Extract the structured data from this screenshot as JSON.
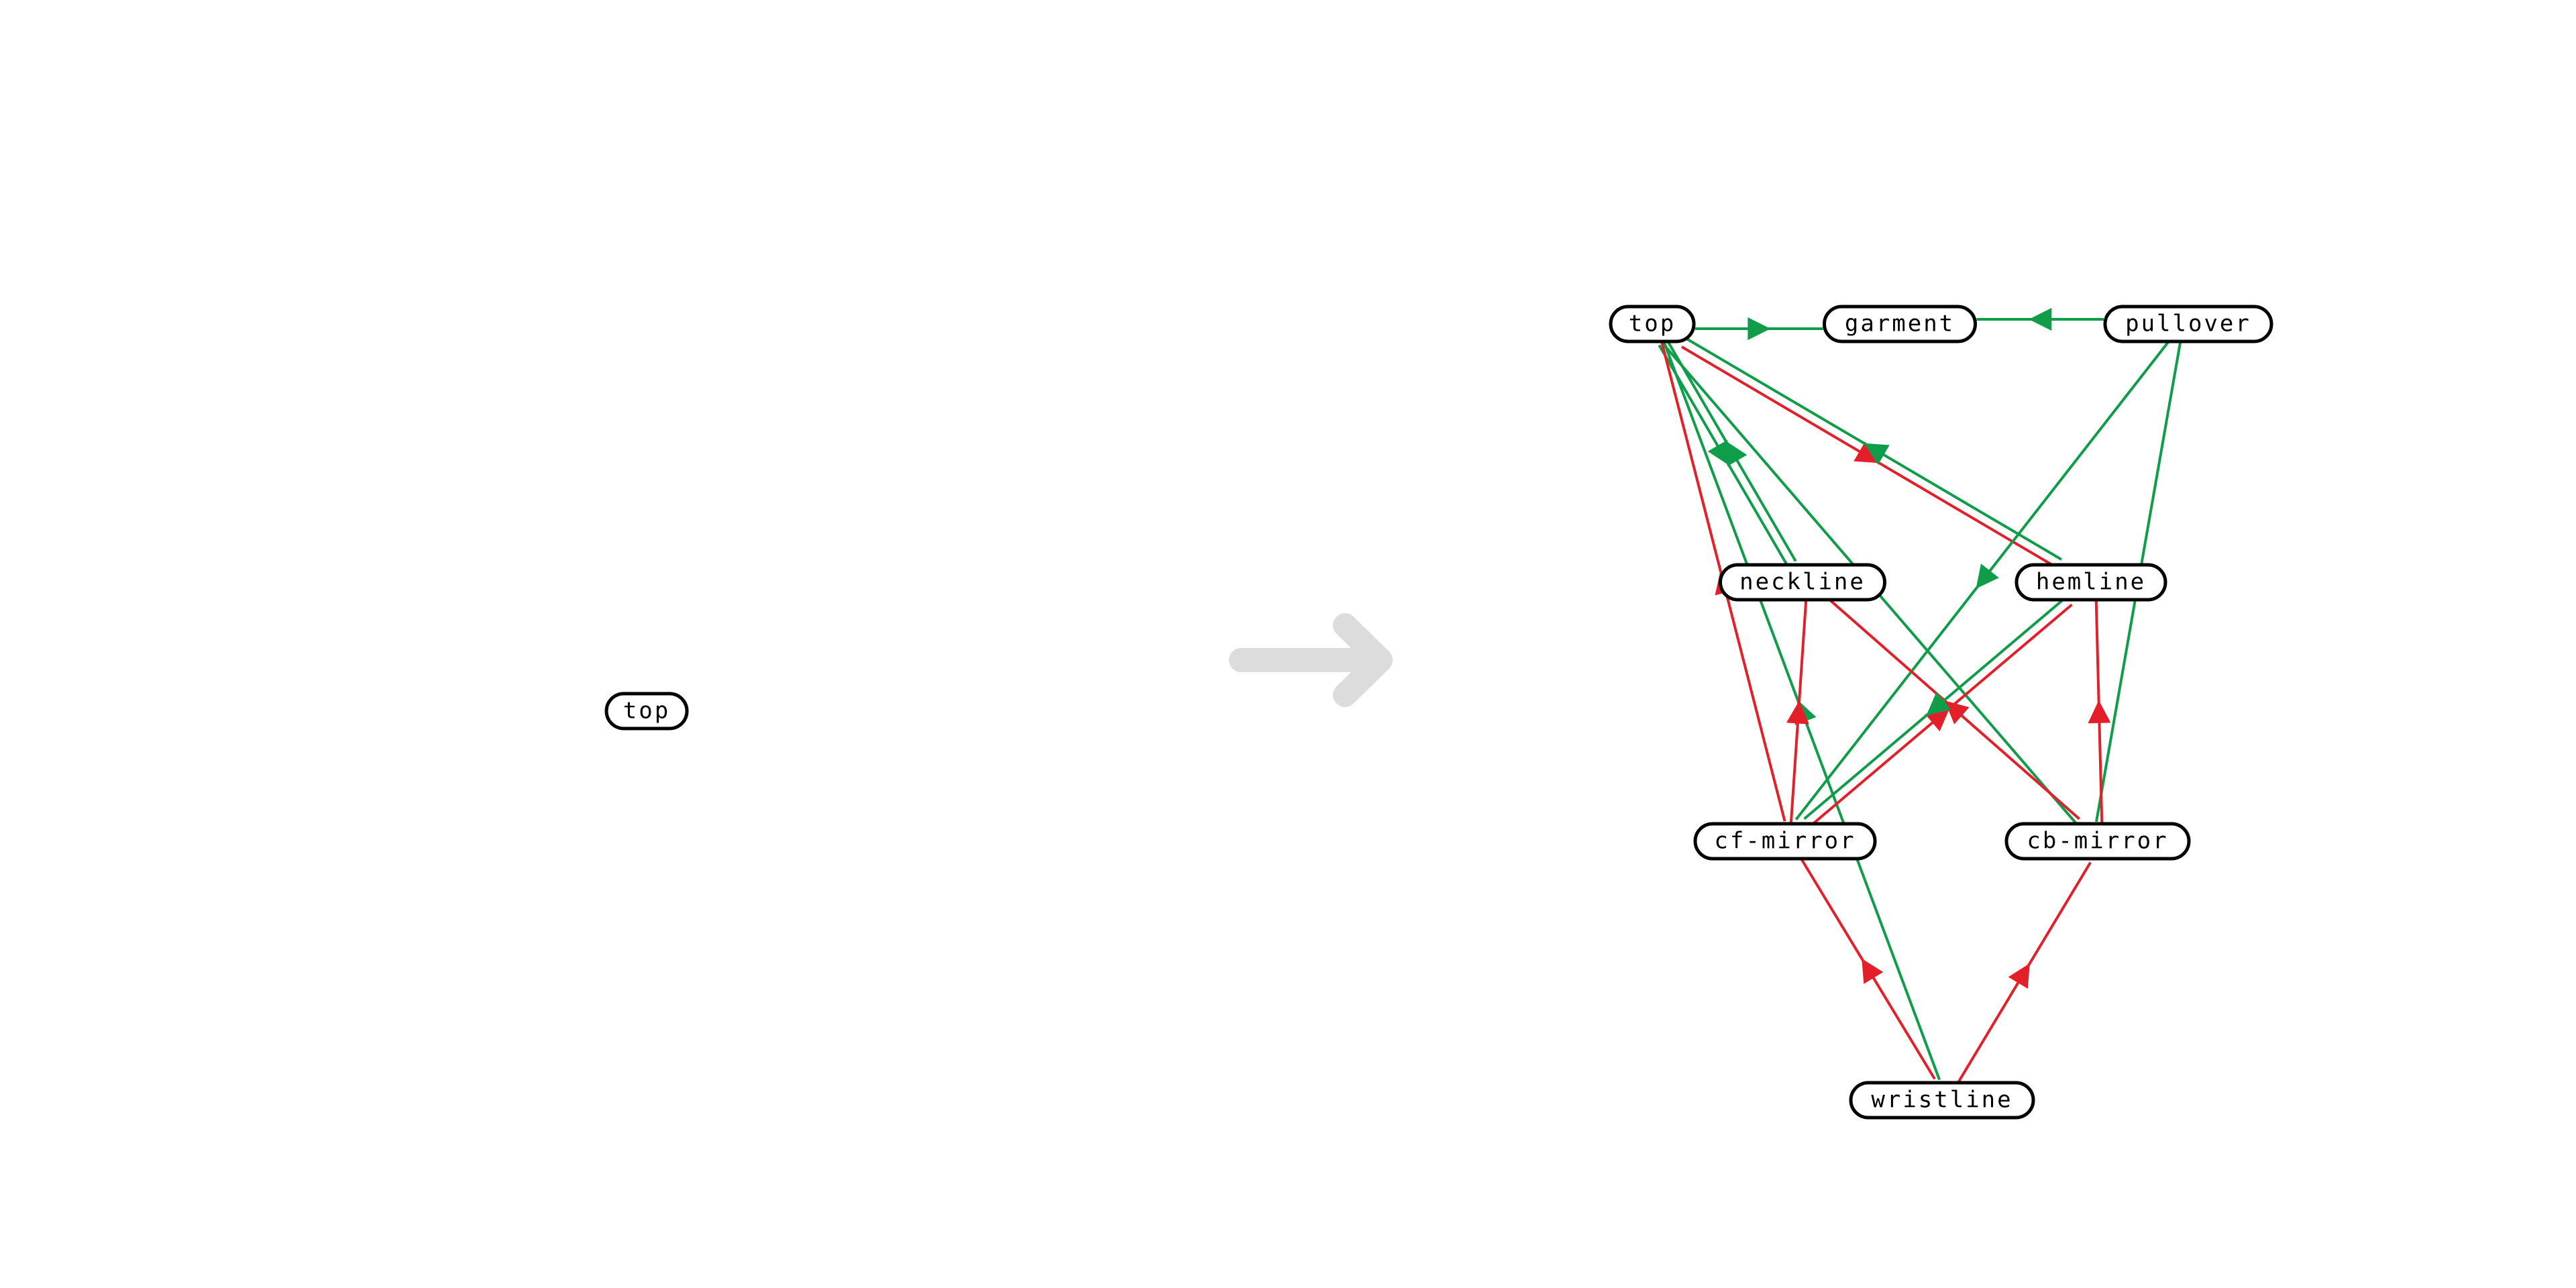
{
  "colors": {
    "background": "#ffffff",
    "node_stroke": "#000000",
    "positive_edge": "#0f9d4a",
    "negative_edge": "#e3202a",
    "arrow_icon": "#dcdcdc"
  },
  "left_panel": {
    "nodes": [
      {
        "id": "top-single",
        "label": "top"
      }
    ]
  },
  "transition_icon": "right-arrow-icon",
  "right_panel": {
    "nodes": [
      {
        "id": "top",
        "label": "top"
      },
      {
        "id": "garment",
        "label": "garment"
      },
      {
        "id": "pullover",
        "label": "pullover"
      },
      {
        "id": "neckline",
        "label": "neckline"
      },
      {
        "id": "hemline",
        "label": "hemline"
      },
      {
        "id": "cf-mirror",
        "label": "cf-mirror"
      },
      {
        "id": "cb-mirror",
        "label": "cb-mirror"
      },
      {
        "id": "wristline",
        "label": "wristline"
      }
    ],
    "edges": [
      {
        "from": "top",
        "to": "garment",
        "kind": "positive"
      },
      {
        "from": "pullover",
        "to": "garment",
        "kind": "positive"
      },
      {
        "from": "top",
        "to": "neckline",
        "kind": "positive"
      },
      {
        "from": "neckline",
        "to": "top",
        "kind": "positive"
      },
      {
        "from": "top",
        "to": "hemline",
        "kind": "negative"
      },
      {
        "from": "hemline",
        "to": "top",
        "kind": "positive"
      },
      {
        "from": "top",
        "to": "cb-mirror",
        "kind": "positive"
      },
      {
        "from": "cf-mirror",
        "to": "top",
        "kind": "negative"
      },
      {
        "from": "wristline",
        "to": "top",
        "kind": "positive"
      },
      {
        "from": "pullover",
        "to": "cf-mirror",
        "kind": "positive"
      },
      {
        "from": "pullover",
        "to": "cb-mirror",
        "kind": "positive"
      },
      {
        "from": "cf-mirror",
        "to": "neckline",
        "kind": "negative"
      },
      {
        "from": "cb-mirror",
        "to": "neckline",
        "kind": "negative"
      },
      {
        "from": "cf-mirror",
        "to": "hemline",
        "kind": "negative"
      },
      {
        "from": "hemline",
        "to": "cf-mirror",
        "kind": "positive"
      },
      {
        "from": "cb-mirror",
        "to": "hemline",
        "kind": "negative"
      },
      {
        "from": "wristline",
        "to": "cf-mirror",
        "kind": "negative"
      },
      {
        "from": "wristline",
        "to": "cb-mirror",
        "kind": "negative"
      }
    ]
  }
}
